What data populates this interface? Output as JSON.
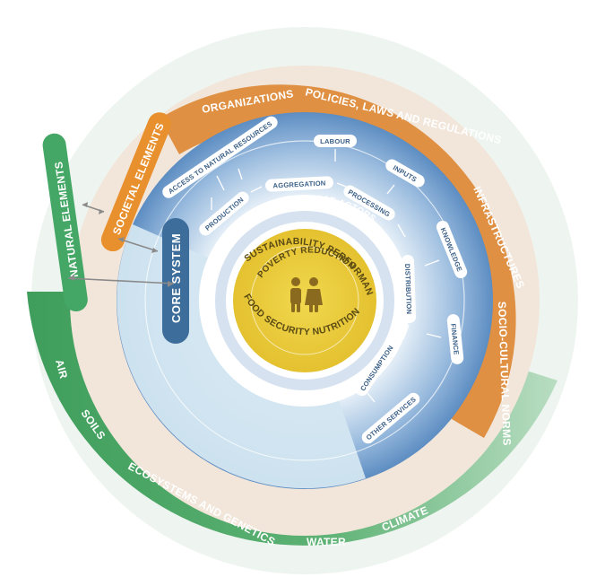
{
  "natural_elements": {
    "title": "NATURAL ELEMENTS",
    "items": [
      "AIR",
      "SOILS",
      "ECOSYSTEMS AND GENETICS",
      "WATER",
      "CLIMATE"
    ]
  },
  "societal_elements": {
    "title": "SOCIETAL ELEMENTS",
    "items": [
      "ORGANIZATIONS",
      "POLICIES, LAWS AND REGULATIONS",
      "INFRASTRUCTURES",
      "SOCIO-CULTURAL NORMS"
    ]
  },
  "core_system": {
    "title": "CORE SYSTEM",
    "outer_pills": [
      "ACCESS TO NATURAL RESOURCES",
      "LABOUR",
      "INPUTS",
      "KNOWLEDGE",
      "FINANCE",
      "OTHER SERVICES"
    ],
    "activities": [
      "PRODUCTION",
      "AGGREGATION",
      "PROCESSING",
      "DISTRIBUTION",
      "CONSUMPTION"
    ]
  },
  "center": {
    "actors": "BEHAVIOUR OF DIVERSE ACTORS",
    "sustainability": "SUSTAINABILITY PERFORMANCE",
    "poverty": "POVERTY REDUCTION",
    "food_security": "FOOD SECURITY NUTRITION"
  },
  "colors": {
    "green": "#4aa866",
    "green_light": "#a9d6b4",
    "orange": "#df9043",
    "beige": "#f2e6da",
    "blue": "#5f8fc3",
    "blue_light": "#cfe3ef",
    "yellow": "#e8c93a"
  }
}
